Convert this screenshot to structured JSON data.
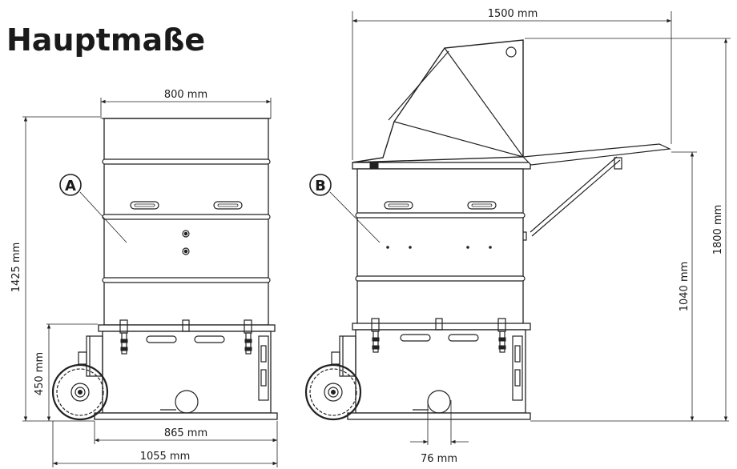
{
  "title": "Hauptmaße",
  "labels": {
    "a": "A",
    "b": "B"
  },
  "dimensions": {
    "left_width_top": "800 mm",
    "left_height_total": "1425 mm",
    "left_height_base": "450 mm",
    "left_base_inner": "865 mm",
    "left_base_outer": "1055 mm",
    "right_width_open": "1500 mm",
    "right_height_lid": "1040 mm",
    "right_height_total": "1800 mm",
    "right_wheel_gap": "76 mm"
  },
  "colors": {
    "line": "#222222",
    "background": "#ffffff"
  }
}
